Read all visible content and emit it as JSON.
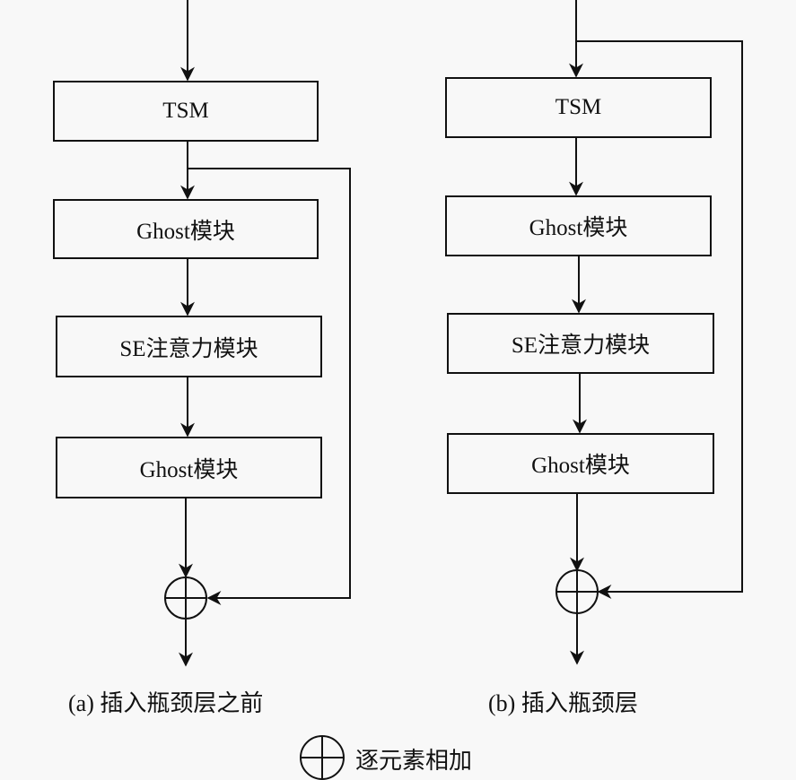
{
  "diagram": {
    "left": {
      "blocks": [
        "TSM",
        "Ghost模块",
        "SE注意力模块",
        "Ghost模块"
      ],
      "caption": "(a) 插入瓶颈层之前"
    },
    "right": {
      "blocks": [
        "TSM",
        "Ghost模块",
        "SE注意力模块",
        "Ghost模块"
      ],
      "caption": "(b) 插入瓶颈层"
    },
    "legend": {
      "symbol": "element-wise-add-icon",
      "label": "逐元素相加"
    },
    "colors": {
      "line": "#111111",
      "background": "#f8f8f8"
    }
  }
}
